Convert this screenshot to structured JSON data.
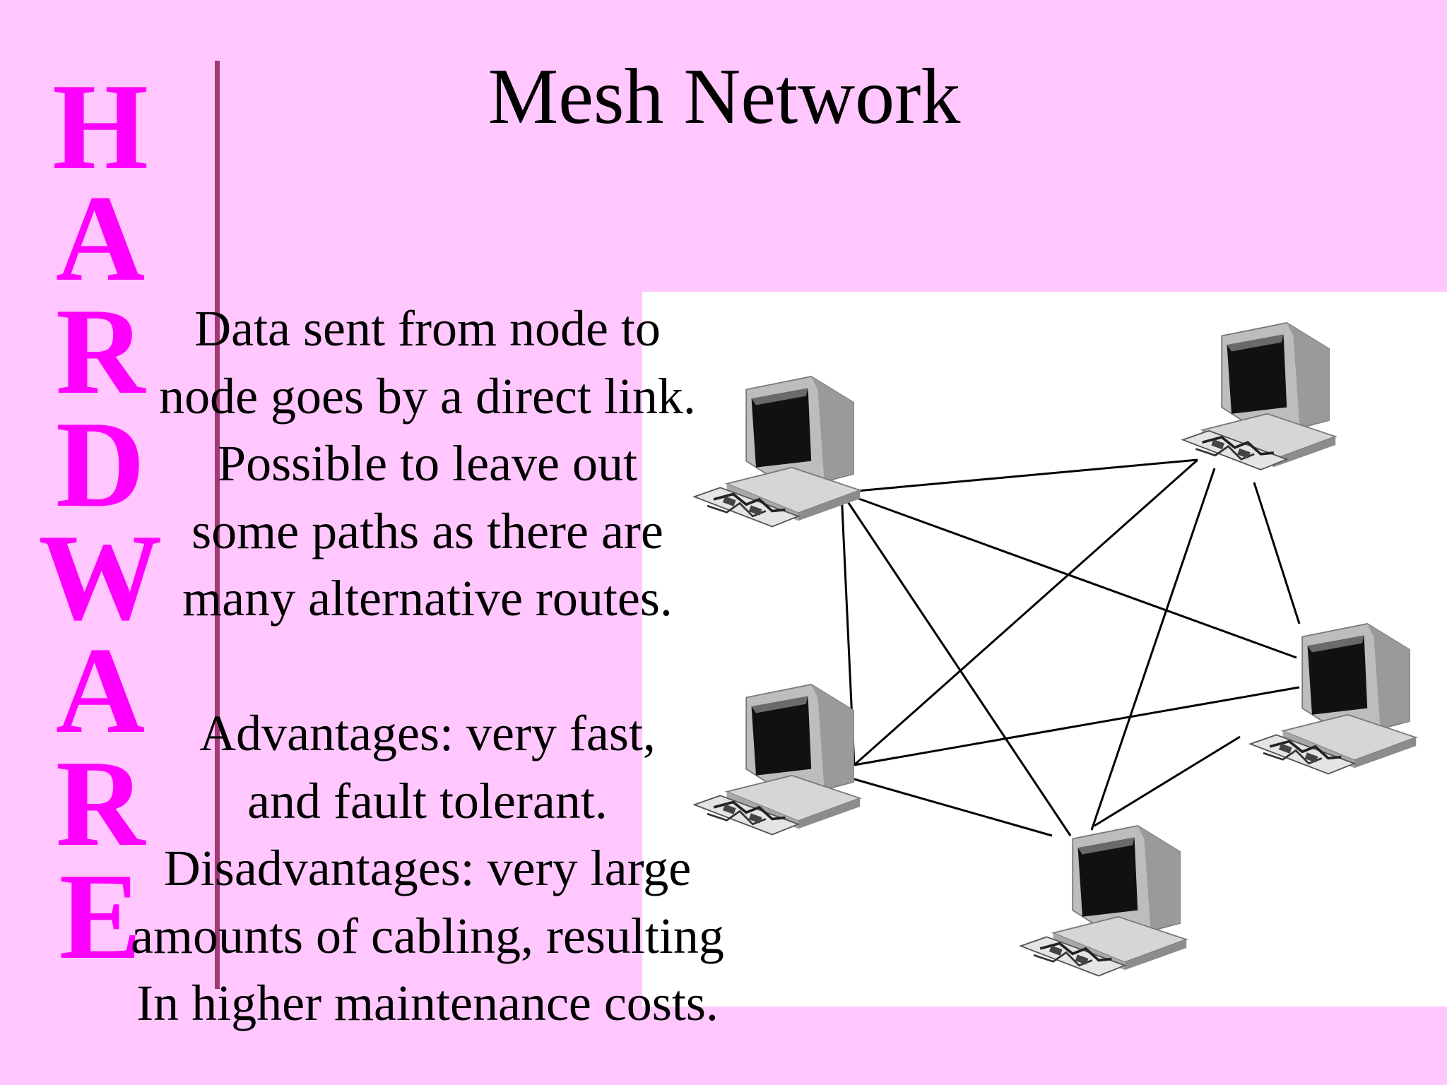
{
  "slide": {
    "title": "Mesh Network",
    "side_banner": [
      "H",
      "A",
      "R",
      "D",
      "W",
      "A",
      "R",
      "E"
    ],
    "paragraph_1": [
      "Data sent from node to",
      "node goes by a direct link.",
      "Possible to leave out",
      "some paths as there are",
      "many alternative routes."
    ],
    "paragraph_2": [
      "Advantages: very fast,",
      "and fault tolerant.",
      "Disadvantages: very large",
      "amounts of cabling, resulting",
      "In higher maintenance costs."
    ]
  },
  "diagram": {
    "nodes": [
      "computer-top-left",
      "computer-top-right",
      "computer-right",
      "computer-bottom-left",
      "computer-bottom"
    ],
    "links": [
      [
        0,
        1
      ],
      [
        0,
        2
      ],
      [
        0,
        3
      ],
      [
        0,
        4
      ],
      [
        1,
        2
      ],
      [
        1,
        3
      ],
      [
        1,
        4
      ],
      [
        2,
        3
      ],
      [
        2,
        4
      ],
      [
        3,
        4
      ]
    ]
  },
  "colors": {
    "background": "#ffc7fd",
    "banner_letters": "#ff00ff",
    "rule": "#a03a72",
    "panel": "#ffffff",
    "text": "#000000"
  }
}
